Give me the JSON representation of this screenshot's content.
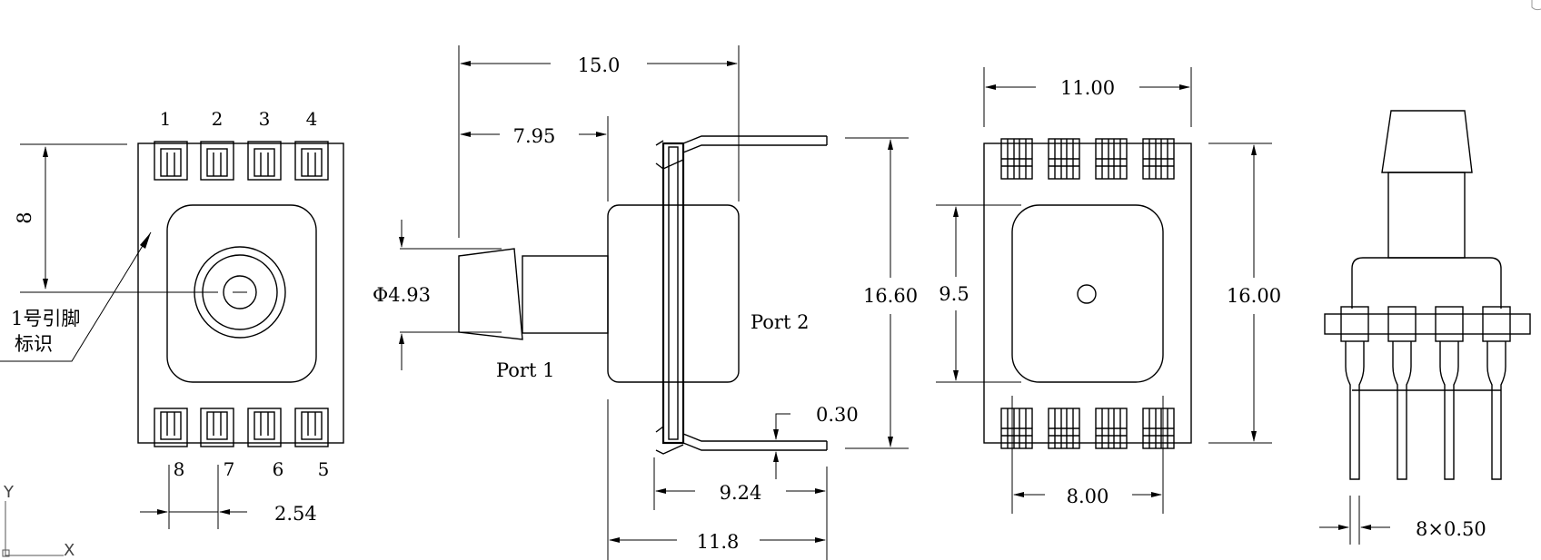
{
  "pins_top": [
    "1",
    "2",
    "3",
    "4"
  ],
  "pins_bottom": [
    "8",
    "7",
    "6",
    "5"
  ],
  "labels": {
    "pin1_mark_line1": "1号引脚",
    "pin1_mark_line2": "标识",
    "port1": "Port 1",
    "port2": "Port 2"
  },
  "dimensions": {
    "height_8": "8",
    "pitch": "2.54",
    "overall_length": "15.0",
    "port_offset": "7.95",
    "port_diameter": "Φ4.93",
    "height_16_60": "16.60",
    "lead_thickness": "0.30",
    "lead_span": "9.24",
    "body_depth": "11.8",
    "width_11_00": "11.00",
    "window_9_5": "9.5",
    "height_16_00": "16.00",
    "span_8_00": "8.00",
    "lead_width": "8×0.50"
  },
  "ucs": {
    "y": "Y",
    "x": "X"
  }
}
